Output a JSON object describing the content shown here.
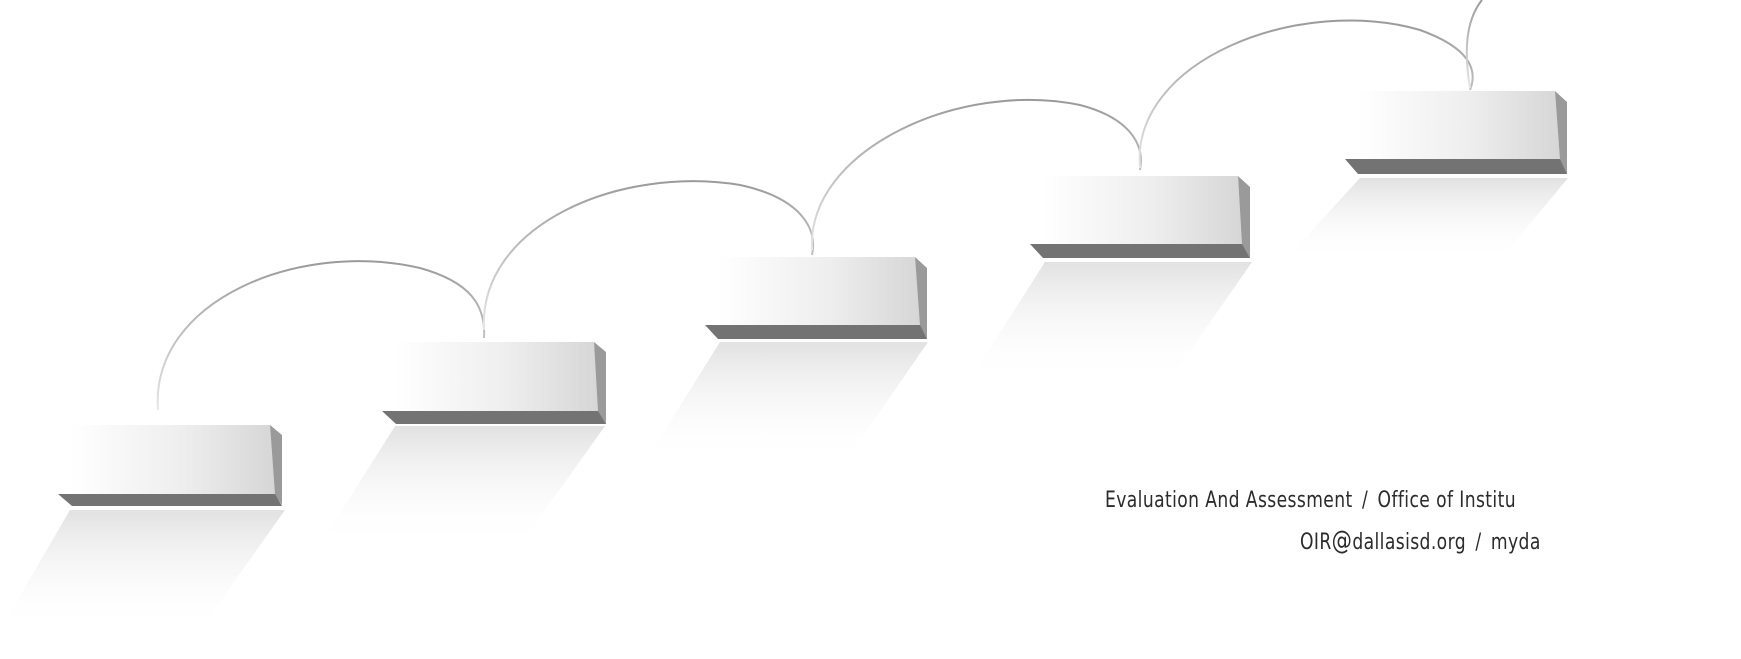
{
  "footer": {
    "line1_left": "Evaluation And Assessment",
    "line1_sep": "/",
    "line1_right": "Office of Institu",
    "line2_user": "OIR",
    "line2_at": "@",
    "line2_domain": "dallasisd.org",
    "line2_sep": "/",
    "line2_right": "myda"
  },
  "colors": {
    "step_top": "#f3f3f3",
    "step_edge": "#7a7a7a",
    "arc": "#a9a9a9",
    "text": "#2b2b2b"
  }
}
